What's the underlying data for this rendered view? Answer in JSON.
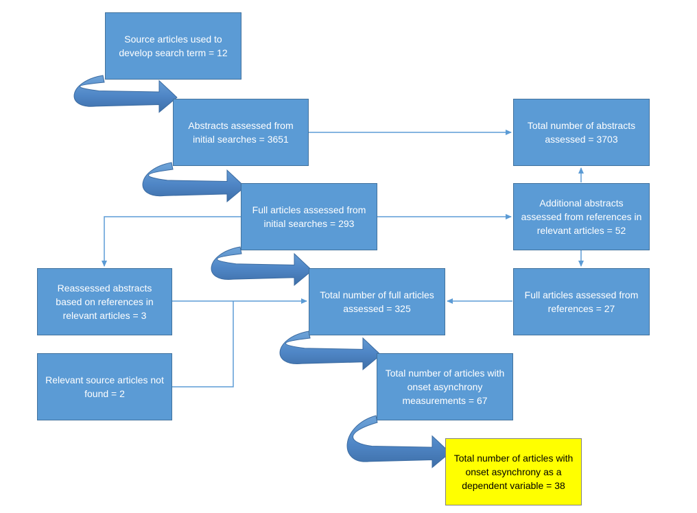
{
  "colors": {
    "box_fill": "#5B9BD5",
    "box_border": "#41719C",
    "highlight_fill": "#FFFF00",
    "highlight_border": "#7F7F7F",
    "connector": "#5B9BD5",
    "curved_arrow": "#4F86C6"
  },
  "boxes": {
    "source_articles": "Source articles used to develop search term = 12",
    "abstracts_initial": "Abstracts assessed from initial searches = 3651",
    "total_abstracts": "Total number of abstracts assessed = 3703",
    "full_initial": "Full articles assessed from initial searches = 293",
    "additional_abstracts": "Additional abstracts assessed from references in relevant articles = 52",
    "reassessed_abstracts": "Reassessed abstracts based on references in relevant articles = 3",
    "total_full": "Total number of full articles assessed = 325",
    "full_from_refs": "Full articles assessed from references = 27",
    "relevant_not_found": "Relevant source articles not found = 2",
    "onset_measurements": "Total number of articles with onset asynchrony measurements = 67",
    "dependent_variable": "Total number of articles with onset asynchrony as a dependent variable = 38"
  }
}
